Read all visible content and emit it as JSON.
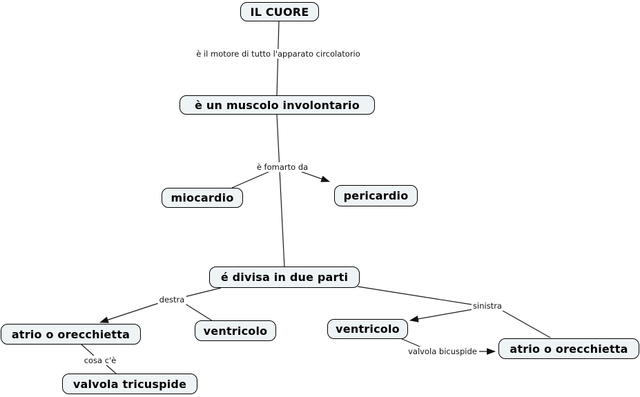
{
  "diagram": {
    "title_node": "IL CUORE",
    "style": {
      "node_fill": "#eef3f5",
      "node_border": "#000000",
      "line_color": "#1a1a1a",
      "background": "#ffffff"
    },
    "nodes": {
      "il_cuore": {
        "label": "IL CUORE"
      },
      "muscolo": {
        "label": "è un muscolo involontario"
      },
      "miocardio": {
        "label": "miocardio"
      },
      "pericardio": {
        "label": "pericardio"
      },
      "divisa": {
        "label": "é divisa in due parti"
      },
      "atrio_left": {
        "label": "atrio o orecchietta"
      },
      "ventricolo_left": {
        "label": "ventricolo"
      },
      "ventricolo_right": {
        "label": "ventricolo"
      },
      "atrio_right": {
        "label": "atrio o orecchietta"
      },
      "valvola_tricuspide": {
        "label": "valvola tricuspide"
      }
    },
    "link_labels": {
      "motore": "è il motore di tutto l'apparato circolatorio",
      "formato": "è fomarto da",
      "destra": "destra",
      "sinistra": "sinistra",
      "cosa_ce": "cosa c'è",
      "bicuspide": "valvola bicuspide"
    }
  }
}
